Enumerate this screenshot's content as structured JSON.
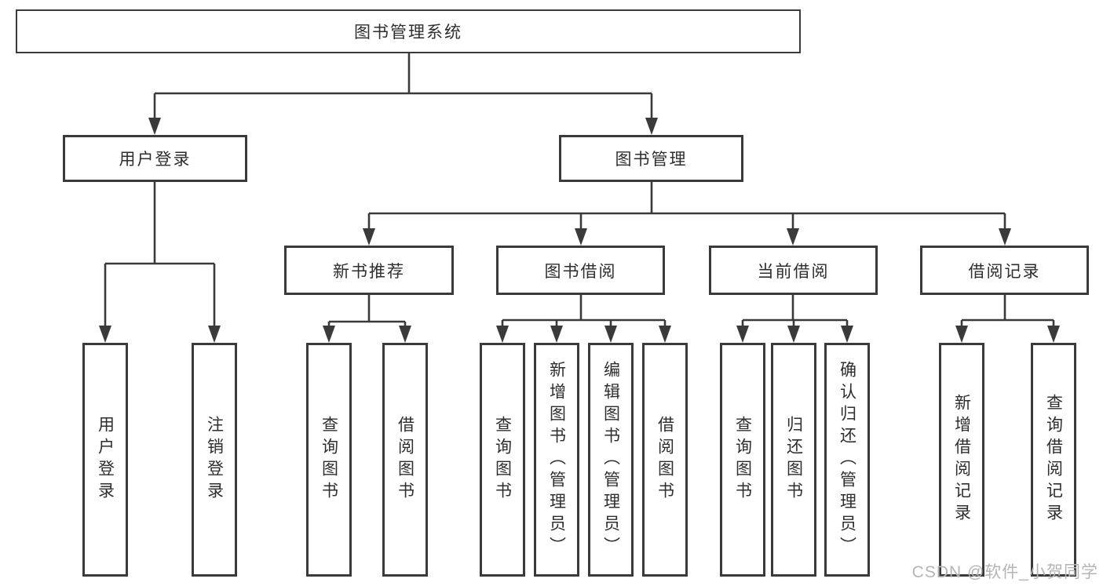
{
  "diagram": {
    "root": {
      "label": "图书管理系统"
    },
    "level2": [
      {
        "id": "user-login",
        "label": "用户登录",
        "children": [
          {
            "label": "用户登录"
          },
          {
            "label": "注销登录"
          }
        ]
      },
      {
        "id": "book-management",
        "label": "图书管理",
        "children": [
          {
            "label": "新书推荐",
            "children": [
              {
                "label": "查询图书"
              },
              {
                "label": "借阅图书"
              }
            ]
          },
          {
            "label": "图书借阅",
            "children": [
              {
                "label": "查询图书"
              },
              {
                "label": "新增图书（管理员）"
              },
              {
                "label": "编辑图书（管理员）"
              },
              {
                "label": "借阅图书"
              }
            ]
          },
          {
            "label": "当前借阅",
            "children": [
              {
                "label": "查询图书"
              },
              {
                "label": "归还图书"
              },
              {
                "label": "确认归还（管理员）"
              }
            ]
          },
          {
            "label": "借阅记录",
            "children": [
              {
                "label": "新增借阅记录"
              },
              {
                "label": "查询借阅记录"
              }
            ]
          }
        ]
      }
    ]
  },
  "watermark": {
    "text": "CSDN @软件_小贺同学"
  },
  "colors": {
    "line": "#3a3a3a",
    "box_border": "#3a3a3a",
    "text": "#2e2e2e",
    "watermark": "#b5b5b5",
    "background": "#ffffff"
  }
}
